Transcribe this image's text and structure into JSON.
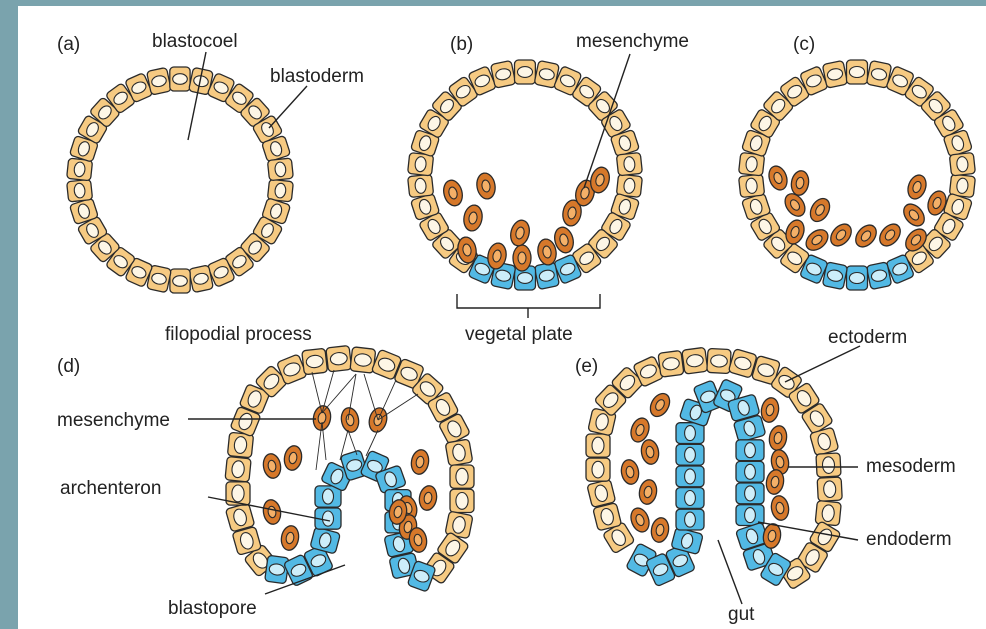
{
  "panels": {
    "a": {
      "tag": "(a)",
      "blastocoel": "blastocoel",
      "blastoderm": "blastoderm"
    },
    "b": {
      "tag": "(b)",
      "mesenchyme": "mesenchyme",
      "vegetal_plate": "vegetal plate"
    },
    "c": {
      "tag": "(c)"
    },
    "d": {
      "tag": "(d)",
      "filopodial_process": "filopodial process",
      "mesenchyme": "mesenchyme",
      "archenteron": "archenteron",
      "blastopore": "blastopore"
    },
    "e": {
      "tag": "(e)",
      "ectoderm": "ectoderm",
      "mesoderm": "mesoderm",
      "endoderm": "endoderm",
      "gut": "gut"
    }
  },
  "colors": {
    "ectoderm": "#f6ca82",
    "endoderm": "#52b9e4",
    "mesenchyme": "#d6782a",
    "background": "#7aa3ad"
  }
}
